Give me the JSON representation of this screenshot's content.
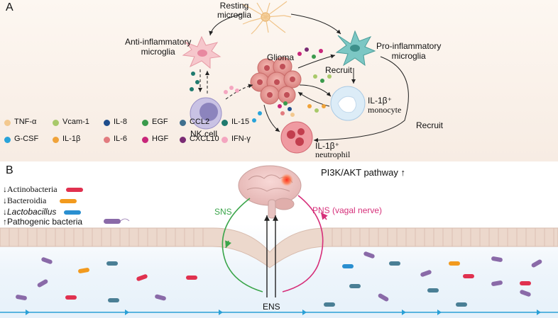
{
  "panel_a": {
    "letter": "A",
    "labels": {
      "resting": [
        "Resting",
        "microglia"
      ],
      "anti": [
        "Anti-inflammatory",
        "microglia"
      ],
      "pro": [
        "Pro-inflammatory",
        "microglia"
      ],
      "glioma": "Glioma",
      "recruit_1": "Recruit",
      "recruit_2": "Recruit",
      "il1b_monocyte": [
        "IL-1β⁺",
        "monocyte"
      ],
      "il1b_neutrophil": [
        "IL-1β⁺",
        "neutrophil"
      ],
      "nk_cell": "NK cell"
    },
    "legend": [
      {
        "label": "TNF-α",
        "color": "#f3c98f"
      },
      {
        "label": "Vcam-1",
        "color": "#a8c96a"
      },
      {
        "label": "IL-8",
        "color": "#1f4e8c"
      },
      {
        "label": "EGF",
        "color": "#3a9a4c"
      },
      {
        "label": "CCL2",
        "color": "#3f6f8e"
      },
      {
        "label": "IL-15",
        "color": "#1f7a6e"
      },
      {
        "label": "G-CSF",
        "color": "#29a3d9"
      },
      {
        "label": "IL-1β",
        "color": "#f0a33a"
      },
      {
        "label": "IL-6",
        "color": "#e27b7f"
      },
      {
        "label": "HGF",
        "color": "#c8267a"
      },
      {
        "label": "CXCL10",
        "color": "#7a2b74"
      },
      {
        "label": "IFN-γ",
        "color": "#f4a6c0"
      }
    ]
  },
  "panel_b": {
    "letter": "B",
    "pathway": "PI3K/AKT pathway ↑",
    "sns": "SNS",
    "pns": "PNS (vagal nerve)",
    "ens": "ENS",
    "bacteria_list": [
      {
        "label": "↓Actinobacteria",
        "color": "#e0314f"
      },
      {
        "label": "↓Bacteroidia",
        "color": "#f29a1e"
      },
      {
        "label": "↓Lactobacillus",
        "color": "#2a8fd0"
      },
      {
        "label": "↑Pathogenic bacteria",
        "color": "#8a6aa8"
      }
    ]
  },
  "colors": {
    "sns_arrow": "#3aa54a",
    "pns_arrow": "#d6307a",
    "ens_line": "#2aa0d6",
    "epithelium": "#ecd8cc"
  }
}
